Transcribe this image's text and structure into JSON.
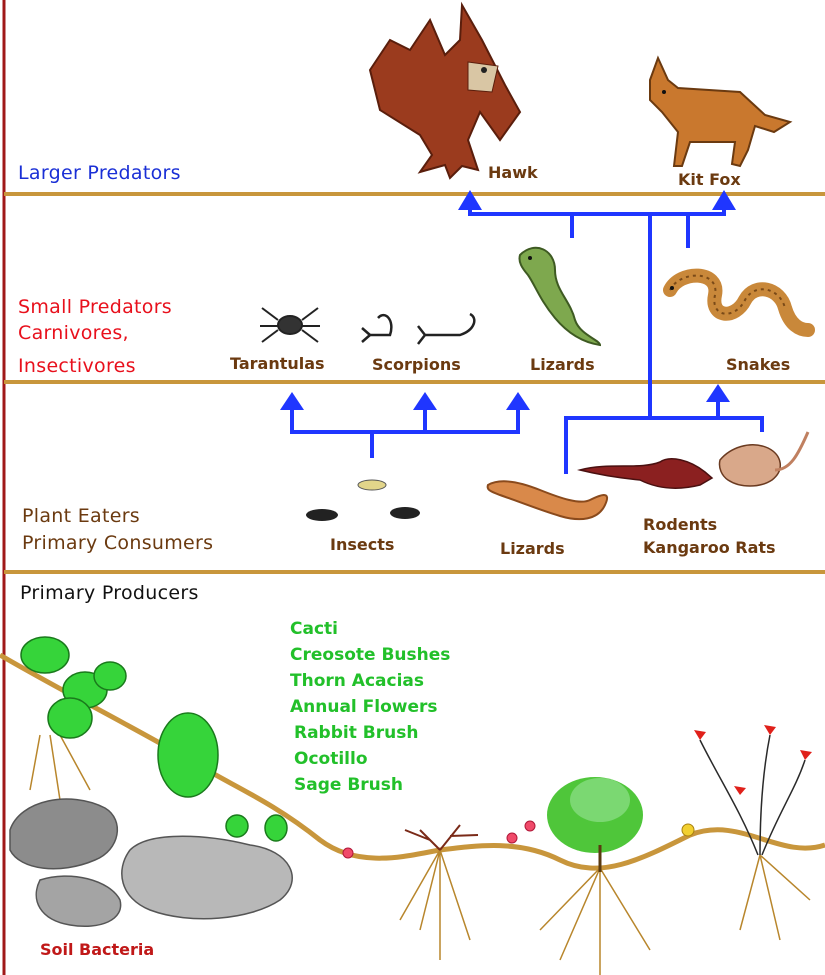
{
  "tiers": {
    "larger_predators": "Larger  Predators",
    "small_predators": [
      "Small Predators",
      "Carnivores,",
      "Insectivores"
    ],
    "plant_eaters": [
      "Plant Eaters",
      "Primary Consumers"
    ],
    "primary_producers": "Primary Producers"
  },
  "organisms": {
    "hawk": "Hawk",
    "kit_fox": "Kit Fox",
    "tarantulas": "Tarantulas",
    "scorpions": "Scorpions",
    "lizards_predator": "Lizards",
    "snakes": "Snakes",
    "insects": "Insects",
    "lizards_consumer": "Lizards",
    "rodents": [
      "Rodents",
      "Kangaroo  Rats"
    ]
  },
  "producers": [
    "Cacti",
    "Creosote Bushes",
    "Thorn Acacias",
    "Annual Flowers",
    "Rabbit Brush",
    "Ocotillo",
    "Sage Brush"
  ],
  "soil": "Soil Bacteria",
  "colors": {
    "tier_line": "#c8963c",
    "arrow": "#1f36ff",
    "left_border": "#a01818",
    "producer_text": "#22c02a",
    "organism_text": "#6b3a10"
  }
}
